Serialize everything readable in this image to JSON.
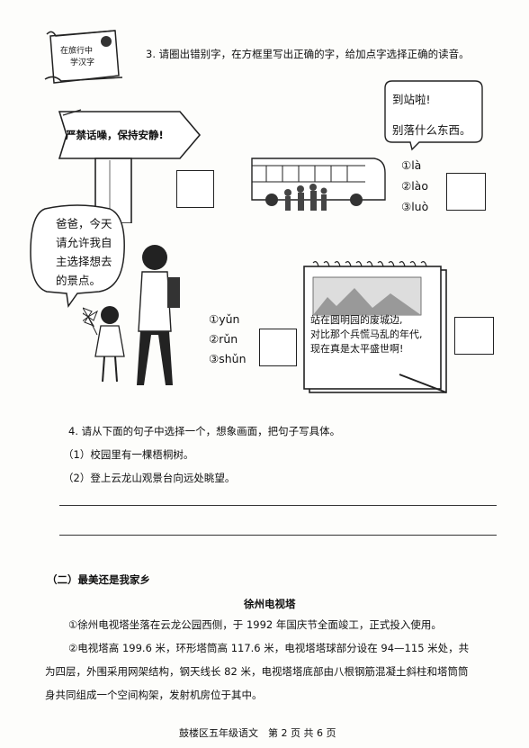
{
  "scroll": {
    "line1": "在旅行中",
    "line2": "学汉字"
  },
  "q3": {
    "text": "3. 请圈出错别字，在方框里写出正确的字，给加点字选择正确的读音。"
  },
  "sign": {
    "text": "严禁话噪，保持安静!"
  },
  "bus_bubble": {
    "line1": "到站啦!",
    "line2": "别落什么东西。"
  },
  "bus_options": [
    "①là",
    "②lào",
    "③luò"
  ],
  "child_bubble": {
    "line1": "爸爸，今天",
    "line2": "请允许我自",
    "line3": "主选择想去",
    "line4": "的景点。"
  },
  "yun_options": [
    "①yǔn",
    "②rǔn",
    "③shǔn"
  ],
  "notebook": {
    "line1": "站在圆明园的废城边,",
    "line2": "对比那个兵慌马乱的年代,",
    "line3": "现在真是太平盛世啊!"
  },
  "q4": {
    "text": "4. 请从下面的句子中选择一个，想象画面，把句子写具体。",
    "item1": "（1）校园里有一棵梧桐树。",
    "item2": "（2）登上云龙山观景台向远处眺望。"
  },
  "section2": {
    "heading": "（二）最美还是我家乡"
  },
  "article": {
    "title": "徐州电视塔",
    "p1": "①徐州电视塔坐落在云龙公园西侧，于 1992 年国庆节全面竣工，正式投入使用。",
    "p2_line1": "②电视塔高 199.6 米，环形塔筒高 117.6 米，电视塔塔球部分设在 94—115 米处，共",
    "p2_line2": "为四层，外围采用网架结构，钢天线长 82 米，电视塔塔底部由八根钢筋混凝土斜柱和塔筒筒",
    "p2_line3": "身共同组成一个空间构架，发射机房位于其中。"
  },
  "footer": {
    "text": "鼓楼区五年级语文　第 2 页 共 6 页"
  }
}
